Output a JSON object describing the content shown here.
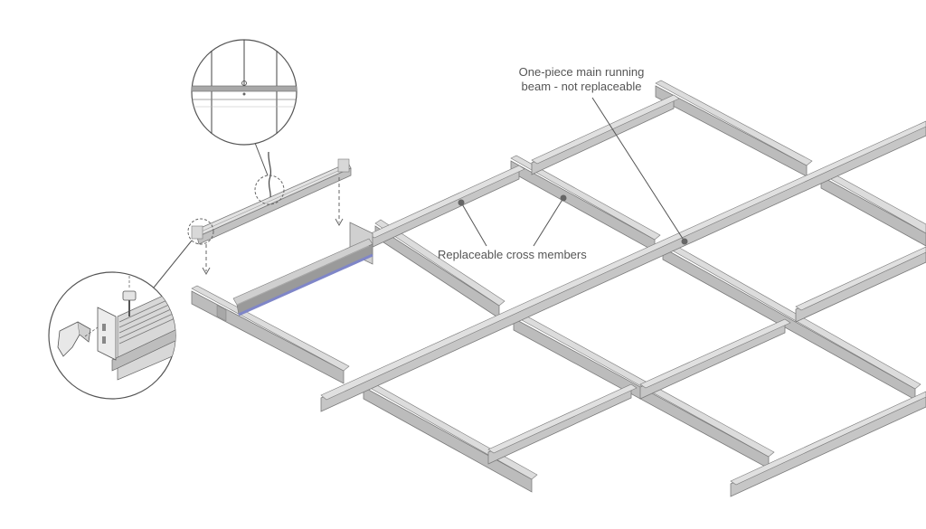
{
  "labels": {
    "main_beam_line1": "One-piece main running",
    "main_beam_line2": "beam - not replaceable",
    "cross_members": "Replaceable cross members"
  },
  "colors": {
    "beam_top": "#d3d3d3",
    "beam_face": "#bcbcbc",
    "beam_dark": "#9a9a9a",
    "outline": "#7a7a7a",
    "leader": "#555555",
    "highlight": "#7f86c8"
  }
}
